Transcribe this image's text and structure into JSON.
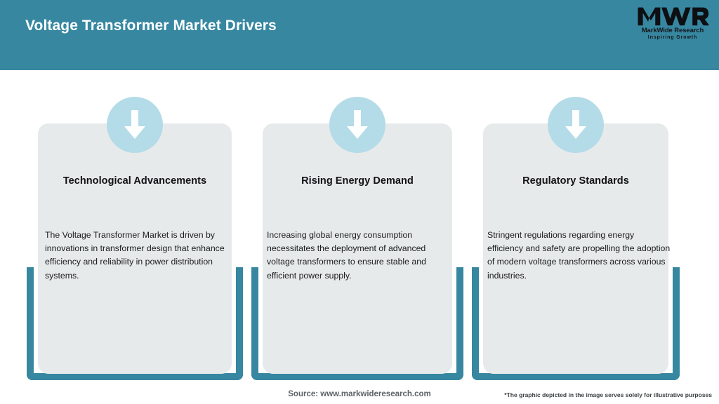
{
  "header": {
    "title": "Voltage Transformer Market Drivers",
    "background_color": "#3787a0",
    "title_color": "#ffffff"
  },
  "logo": {
    "monogram": "MWR",
    "name": "MarkWide Research",
    "tagline": "Inspiring Growth"
  },
  "theme": {
    "accent_teal": "#3787a0",
    "panel_grey": "#e7eaeb",
    "badge_blue": "#b4dbe8",
    "arrow_white": "#ffffff"
  },
  "cards": [
    {
      "icon": "down-arrow-icon",
      "title": "Technological Advancements",
      "body": "The Voltage Transformer Market is driven by innovations in transformer design that enhance efficiency and reliability in power distribution systems."
    },
    {
      "icon": "down-arrow-icon",
      "title": "Rising Energy Demand",
      "body": "Increasing global energy consumption necessitates the deployment of advanced voltage transformers to ensure stable and efficient power supply."
    },
    {
      "icon": "down-arrow-icon",
      "title": "Regulatory Standards",
      "body": "Stringent regulations regarding energy efficiency and safety are propelling the adoption of modern voltage transformers across various industries."
    }
  ],
  "footer": {
    "source": "Source: www.markwideresearch.com",
    "disclaimer": "*The graphic depicted in the image serves solely for illustrative purposes"
  }
}
